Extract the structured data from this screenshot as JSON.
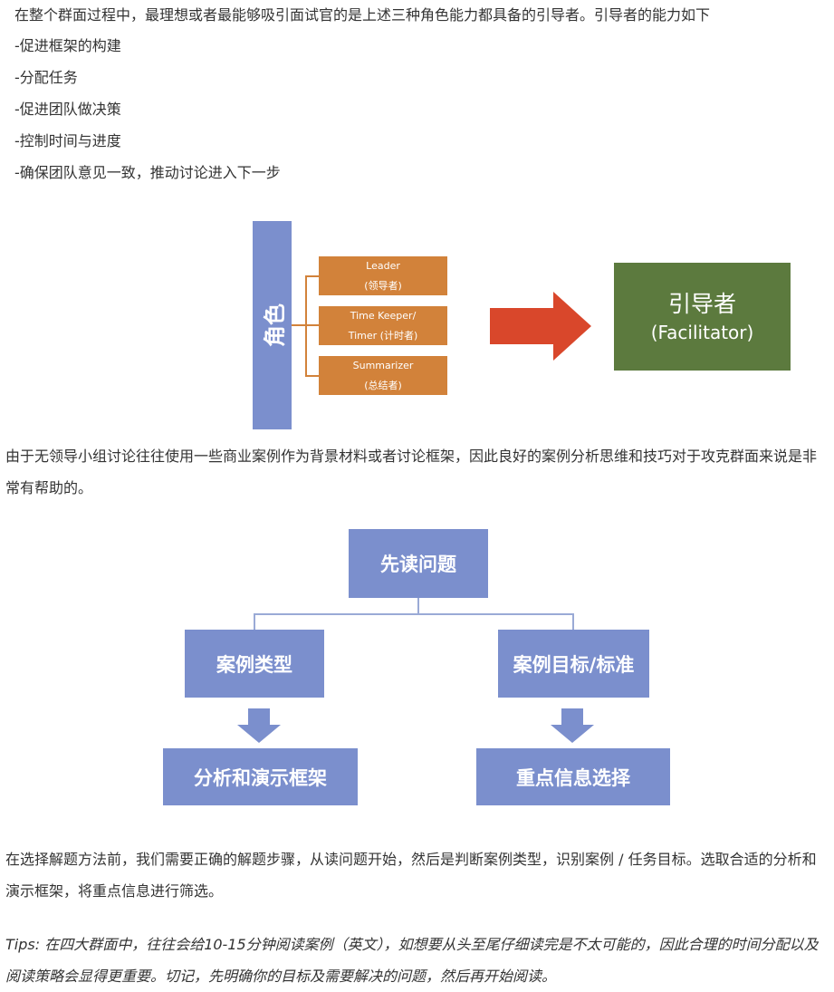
{
  "intro": "在整个群面过程中，最理想或者最能够吸引面试官的是上述三种角色能力都具备的引导者。引导者的能力如下",
  "abilities": [
    "-促进框架的构建",
    "-分配任务",
    "-促进团队做决策",
    "-控制时间与进度",
    "-确保团队意见一致，推动讨论进入下一步"
  ],
  "diagram1": {
    "roles_label": "角色",
    "roles": [
      {
        "line1": "Leader",
        "line2": "(领导者)"
      },
      {
        "line1": "Time Keeper/",
        "line2": "Timer (计时者)"
      },
      {
        "line1": "Summarizer",
        "line2": "(总结者)"
      }
    ],
    "result_line1": "引导者",
    "result_line2": "(Facilitator)",
    "colors": {
      "roles_bar": "#7b8fcd",
      "role_box": "#d2823a",
      "arrow": "#d9472b",
      "result": "#5c7a3e"
    }
  },
  "para2": "由于无领导小组讨论往往使用一些商业案例作为背景材料或者讨论框架，因此良好的案例分析思维和技巧对于攻克群面来说是非常有帮助的。",
  "diagram2": {
    "top": "先读问题",
    "left_mid": "案例类型",
    "right_mid": "案例目标/标准",
    "left_bottom": "分析和演示框架",
    "right_bottom": "重点信息选择",
    "colors": {
      "box": "#7b8fcd"
    }
  },
  "para3": "在选择解题方法前，我们需要正确的解题步骤，从读问题开始，然后是判断案例类型，识别案例 / 任务目标。选取合适的分析和演示框架，将重点信息进行筛选。",
  "tips": "Tips: 在四大群面中，往往会给10-15分钟阅读案例（英文），如想要从头至尾仔细读完是不太可能的，因此合理的时间分配以及阅读策略会显得更重要。切记，先明确你的目标及需要解决的问题，然后再开始阅读。"
}
